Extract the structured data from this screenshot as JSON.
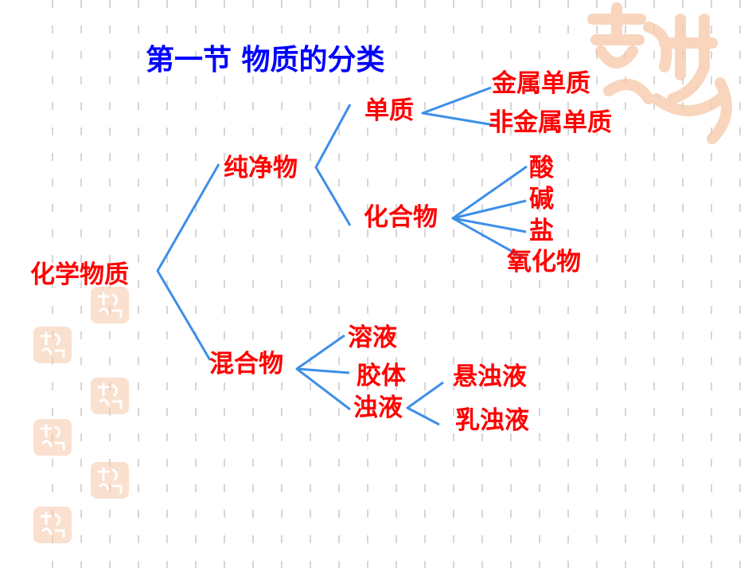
{
  "title": "第一节 物质的分类",
  "colors": {
    "title": "#0000ff",
    "node_text": "#ff0000",
    "line": "#3d8fe8",
    "grid": "#d6d6d6",
    "stamp": "#f5c7a5"
  },
  "decor": {
    "stamp_icon": "jixiang-seal-icon"
  },
  "nodes": {
    "root": "化学物质",
    "pure": "纯净物",
    "element": "单质",
    "metal": "金属单质",
    "nonmetal": "非金属单质",
    "compound": "化合物",
    "acid": "酸",
    "base": "碱",
    "salt": "盐",
    "oxide": "氧化物",
    "mixture": "混合物",
    "solution": "溶液",
    "colloid": "胶体",
    "turbid": "浊液",
    "suspension": "悬浊液",
    "emulsion": "乳浊液"
  }
}
